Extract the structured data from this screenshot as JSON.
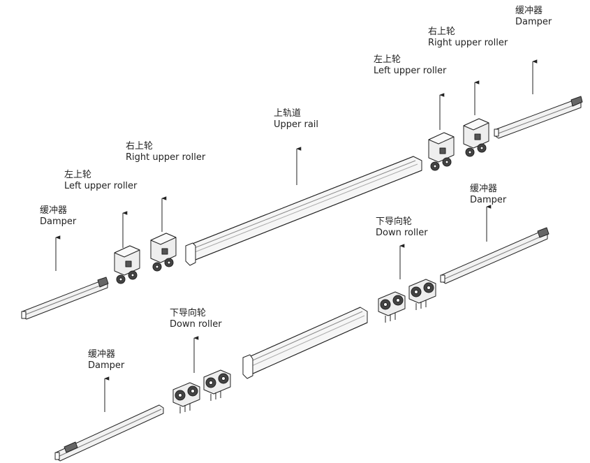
{
  "labels": {
    "damper_top_right": {
      "zh": "缓冲器",
      "en": "Damper"
    },
    "right_upper_roller_tr": {
      "zh": "右上轮",
      "en": "Right upper roller"
    },
    "left_upper_roller_tr": {
      "zh": "左上轮",
      "en": "Left upper roller"
    },
    "upper_rail": {
      "zh": "上轨道",
      "en": "Upper rail"
    },
    "right_upper_roller_l": {
      "zh": "右上轮",
      "en": "Right upper roller"
    },
    "left_upper_roller_l": {
      "zh": "左上轮",
      "en": "Left upper roller"
    },
    "damper_left": {
      "zh": "缓冲器",
      "en": "Damper"
    },
    "damper_mid_right": {
      "zh": "缓冲器",
      "en": "Damper"
    },
    "down_roller_right": {
      "zh": "下导向轮",
      "en": "Down roller"
    },
    "down_roller_left": {
      "zh": "下导向轮",
      "en": "Down roller"
    },
    "damper_bottom": {
      "zh": "缓冲器",
      "en": "Damper"
    }
  },
  "colors": {
    "line": "#222222",
    "fill": "#f4f4f4",
    "dark": "#555555"
  }
}
